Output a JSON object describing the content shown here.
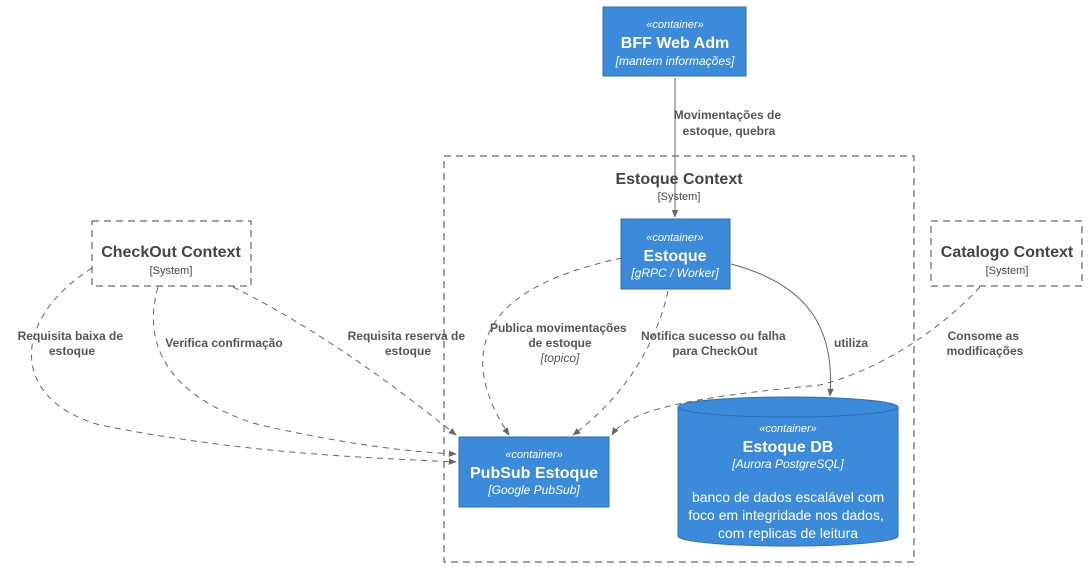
{
  "containers": {
    "bff": {
      "stereotype": "«container»",
      "title": "BFF Web Adm",
      "tech": "[mantem informações]"
    },
    "estoque": {
      "stereotype": "«container»",
      "title": "Estoque",
      "tech": "[gRPC / Worker]"
    },
    "pubsub": {
      "stereotype": "«container»",
      "title": "PubSub Estoque",
      "tech": "[Google PubSub]"
    },
    "db": {
      "stereotype": "«container»",
      "title": "Estoque DB",
      "tech": "[Aurora PostgreSQL]",
      "description": [
        "banco de dados escalável com",
        "foco em integridade nos dados,",
        "com replicas de leitura"
      ]
    }
  },
  "boundaries": {
    "estoque_context": {
      "title": "Estoque Context",
      "type": "[System]"
    },
    "checkout_context": {
      "title": "CheckOut Context",
      "type": "[System]"
    },
    "catalogo_context": {
      "title": "Catalogo Context",
      "type": "[System]"
    }
  },
  "relations": {
    "bff_estoque": [
      "Movimentações de",
      "estoque, quebra"
    ],
    "requisita_baixa": [
      "Requisita baixa de",
      "estoque"
    ],
    "verifica": [
      "Verifica confirmação"
    ],
    "requisita_reserva": [
      "Requisita reserva de",
      "estoque"
    ],
    "publica": [
      "Publica movimentações",
      "de estoque"
    ],
    "publica_tech": "[topico]",
    "notifica": [
      "Notifica sucesso ou falha",
      "para CheckOut"
    ],
    "utiliza": [
      "utiliza"
    ],
    "consome": [
      "Consome as",
      "modificações"
    ]
  },
  "colors": {
    "container_fill": "#3c8bdb",
    "container_border": "#2f6fb3",
    "boundary_stroke": "#444444",
    "edge": "#666666"
  }
}
